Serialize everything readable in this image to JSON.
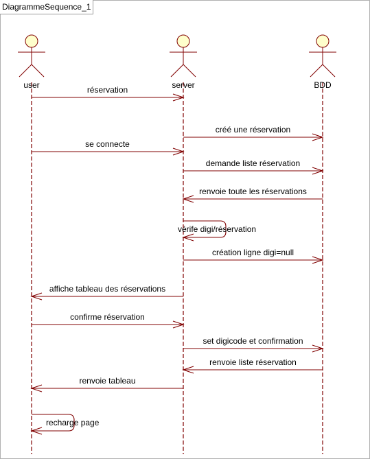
{
  "diagram": {
    "name": "DiagrammeSequence_1",
    "actors": [
      {
        "id": "user",
        "label": "user"
      },
      {
        "id": "server",
        "label": "server"
      },
      {
        "id": "bdd",
        "label": "BDD"
      }
    ],
    "messages": [
      {
        "from": "user",
        "to": "server",
        "label": "réservation"
      },
      {
        "from": "server",
        "to": "bdd",
        "label": "créé une réservation"
      },
      {
        "from": "user",
        "to": "server",
        "label": "se connecte"
      },
      {
        "from": "server",
        "to": "bdd",
        "label": "demande liste réservation"
      },
      {
        "from": "bdd",
        "to": "server",
        "label": "renvoie toute les réservations"
      },
      {
        "from": "server",
        "to": "server",
        "label": "vérife digi/réservation"
      },
      {
        "from": "server",
        "to": "bdd",
        "label": "création ligne digi=null"
      },
      {
        "from": "server",
        "to": "user",
        "label": "affiche tableau des réservations"
      },
      {
        "from": "user",
        "to": "server",
        "label": "confirme réservation"
      },
      {
        "from": "server",
        "to": "bdd",
        "label": "set digicode et confirmation"
      },
      {
        "from": "bdd",
        "to": "server",
        "label": "renvoie liste réservation"
      },
      {
        "from": "server",
        "to": "user",
        "label": "renvoie tableau"
      },
      {
        "from": "user",
        "to": "user",
        "label": "recharge page"
      }
    ],
    "colors": {
      "line": "#800000",
      "actor_fill": "#ffffcc",
      "actor_stroke": "#800000",
      "text": "#000000"
    }
  }
}
